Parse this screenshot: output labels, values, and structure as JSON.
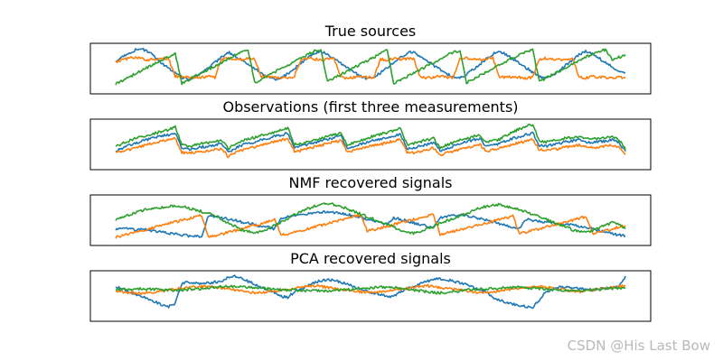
{
  "chart_data": [
    {
      "type": "line",
      "title": "True sources",
      "series": [
        {
          "color": "#1f77b4",
          "values": [
            0.68,
            0.76,
            0.84,
            0.93,
            0.95,
            0.88,
            0.76,
            0.62,
            0.5,
            0.4,
            0.3,
            0.24,
            0.3,
            0.4,
            0.52,
            0.64,
            0.76,
            0.88,
            0.8,
            0.7,
            0.6,
            0.5,
            0.4,
            0.3,
            0.25,
            0.28,
            0.38,
            0.5,
            0.62,
            0.74,
            0.86,
            0.9,
            0.82,
            0.72,
            0.62,
            0.52,
            0.42,
            0.32,
            0.26,
            0.3,
            0.4,
            0.52,
            0.64,
            0.76,
            0.86,
            0.88,
            0.78,
            0.68,
            0.58,
            0.48,
            0.38,
            0.3,
            0.28,
            0.36,
            0.48,
            0.6,
            0.72,
            0.84,
            0.9,
            0.82,
            0.72,
            0.62,
            0.52,
            0.42,
            0.32,
            0.28,
            0.34,
            0.46,
            0.58,
            0.7,
            0.82,
            0.9,
            0.84,
            0.74,
            0.64,
            0.54,
            0.46,
            0.4
          ]
        },
        {
          "color": "#ff7f0e",
          "values": [
            0.66,
            0.7,
            0.74,
            0.76,
            0.72,
            0.7,
            0.72,
            0.74,
            0.72,
            0.32,
            0.3,
            0.3,
            0.28,
            0.3,
            0.32,
            0.3,
            0.72,
            0.74,
            0.72,
            0.7,
            0.74,
            0.72,
            0.3,
            0.32,
            0.3,
            0.28,
            0.3,
            0.32,
            0.72,
            0.74,
            0.72,
            0.7,
            0.72,
            0.74,
            0.3,
            0.28,
            0.3,
            0.32,
            0.3,
            0.3,
            0.72,
            0.7,
            0.74,
            0.72,
            0.72,
            0.74,
            0.3,
            0.28,
            0.3,
            0.32,
            0.3,
            0.3,
            0.72,
            0.74,
            0.72,
            0.7,
            0.72,
            0.74,
            0.3,
            0.3,
            0.32,
            0.3,
            0.28,
            0.3,
            0.72,
            0.74,
            0.72,
            0.7,
            0.72,
            0.74,
            0.3,
            0.28,
            0.32,
            0.3,
            0.3,
            0.28,
            0.3,
            0.3
          ]
        },
        {
          "color": "#2ca02c",
          "values": [
            0.15,
            0.22,
            0.3,
            0.38,
            0.46,
            0.54,
            0.62,
            0.7,
            0.78,
            0.86,
            0.16,
            0.24,
            0.32,
            0.4,
            0.48,
            0.56,
            0.64,
            0.72,
            0.8,
            0.88,
            0.92,
            0.18,
            0.26,
            0.34,
            0.42,
            0.5,
            0.58,
            0.66,
            0.74,
            0.82,
            0.9,
            0.94,
            0.2,
            0.28,
            0.36,
            0.44,
            0.52,
            0.6,
            0.68,
            0.76,
            0.84,
            0.92,
            0.16,
            0.24,
            0.32,
            0.4,
            0.48,
            0.56,
            0.64,
            0.72,
            0.8,
            0.88,
            0.92,
            0.18,
            0.26,
            0.34,
            0.42,
            0.5,
            0.58,
            0.66,
            0.74,
            0.82,
            0.9,
            0.92,
            0.2,
            0.28,
            0.36,
            0.44,
            0.52,
            0.6,
            0.68,
            0.76,
            0.84,
            0.9,
            0.94,
            0.7,
            0.76,
            0.82
          ]
        }
      ]
    },
    {
      "type": "line",
      "title": "Observations (first three measurements)",
      "series": [
        {
          "color": "#1f77b4",
          "values": [
            0.35,
            0.42,
            0.48,
            0.52,
            0.58,
            0.62,
            0.66,
            0.7,
            0.72,
            0.76,
            0.4,
            0.38,
            0.4,
            0.44,
            0.46,
            0.48,
            0.52,
            0.32,
            0.4,
            0.48,
            0.52,
            0.56,
            0.6,
            0.64,
            0.68,
            0.72,
            0.76,
            0.42,
            0.46,
            0.5,
            0.54,
            0.58,
            0.62,
            0.66,
            0.7,
            0.4,
            0.46,
            0.5,
            0.56,
            0.6,
            0.62,
            0.66,
            0.7,
            0.74,
            0.4,
            0.42,
            0.46,
            0.5,
            0.54,
            0.36,
            0.4,
            0.46,
            0.52,
            0.56,
            0.6,
            0.64,
            0.44,
            0.48,
            0.52,
            0.58,
            0.64,
            0.68,
            0.72,
            0.76,
            0.48,
            0.46,
            0.5,
            0.52,
            0.56,
            0.58,
            0.6,
            0.56,
            0.54,
            0.56,
            0.58,
            0.6,
            0.56,
            0.34
          ]
        },
        {
          "color": "#ff7f0e",
          "values": [
            0.3,
            0.34,
            0.38,
            0.42,
            0.46,
            0.5,
            0.54,
            0.58,
            0.6,
            0.64,
            0.32,
            0.3,
            0.32,
            0.34,
            0.36,
            0.38,
            0.4,
            0.22,
            0.3,
            0.36,
            0.4,
            0.44,
            0.48,
            0.52,
            0.56,
            0.6,
            0.64,
            0.34,
            0.36,
            0.4,
            0.44,
            0.48,
            0.52,
            0.56,
            0.58,
            0.32,
            0.36,
            0.4,
            0.44,
            0.48,
            0.5,
            0.54,
            0.58,
            0.62,
            0.32,
            0.3,
            0.34,
            0.38,
            0.42,
            0.26,
            0.3,
            0.34,
            0.38,
            0.42,
            0.46,
            0.5,
            0.34,
            0.38,
            0.42,
            0.46,
            0.5,
            0.54,
            0.58,
            0.62,
            0.38,
            0.36,
            0.38,
            0.4,
            0.44,
            0.46,
            0.48,
            0.44,
            0.42,
            0.44,
            0.46,
            0.48,
            0.44,
            0.26
          ]
        },
        {
          "color": "#2ca02c",
          "values": [
            0.45,
            0.52,
            0.58,
            0.64,
            0.68,
            0.72,
            0.76,
            0.8,
            0.84,
            0.9,
            0.5,
            0.46,
            0.48,
            0.52,
            0.54,
            0.56,
            0.6,
            0.4,
            0.5,
            0.58,
            0.62,
            0.66,
            0.7,
            0.74,
            0.78,
            0.82,
            0.88,
            0.5,
            0.52,
            0.56,
            0.6,
            0.64,
            0.68,
            0.72,
            0.78,
            0.48,
            0.54,
            0.58,
            0.64,
            0.7,
            0.74,
            0.78,
            0.82,
            0.86,
            0.5,
            0.52,
            0.56,
            0.6,
            0.64,
            0.42,
            0.48,
            0.54,
            0.6,
            0.64,
            0.68,
            0.72,
            0.54,
            0.58,
            0.62,
            0.7,
            0.78,
            0.86,
            0.92,
            0.96,
            0.58,
            0.56,
            0.58,
            0.62,
            0.64,
            0.66,
            0.68,
            0.64,
            0.62,
            0.64,
            0.66,
            0.68,
            0.62,
            0.38
          ]
        }
      ]
    },
    {
      "type": "line",
      "title": "NMF recovered signals",
      "series": [
        {
          "color": "#1f77b4",
          "values": [
            0.3,
            0.32,
            0.3,
            0.28,
            0.3,
            0.26,
            0.24,
            0.22,
            0.2,
            0.18,
            0.16,
            0.14,
            0.14,
            0.12,
            0.6,
            0.58,
            0.56,
            0.52,
            0.5,
            0.46,
            0.44,
            0.4,
            0.36,
            0.34,
            0.3,
            0.55,
            0.58,
            0.6,
            0.62,
            0.64,
            0.66,
            0.68,
            0.7,
            0.68,
            0.66,
            0.64,
            0.6,
            0.56,
            0.52,
            0.48,
            0.44,
            0.4,
            0.56,
            0.52,
            0.48,
            0.44,
            0.4,
            0.36,
            0.32,
            0.56,
            0.58,
            0.6,
            0.62,
            0.6,
            0.58,
            0.54,
            0.5,
            0.46,
            0.42,
            0.38,
            0.34,
            0.3,
            0.52,
            0.5,
            0.48,
            0.46,
            0.44,
            0.42,
            0.4,
            0.38,
            0.36,
            0.34,
            0.3,
            0.26,
            0.22,
            0.18,
            0.16,
            0.14
          ]
        },
        {
          "color": "#ff7f0e",
          "values": [
            0.1,
            0.14,
            0.18,
            0.22,
            0.26,
            0.3,
            0.34,
            0.38,
            0.42,
            0.46,
            0.5,
            0.54,
            0.58,
            0.62,
            0.12,
            0.14,
            0.18,
            0.22,
            0.26,
            0.3,
            0.34,
            0.38,
            0.42,
            0.46,
            0.54,
            0.16,
            0.18,
            0.22,
            0.26,
            0.3,
            0.34,
            0.38,
            0.42,
            0.46,
            0.5,
            0.54,
            0.58,
            0.62,
            0.26,
            0.28,
            0.32,
            0.36,
            0.4,
            0.44,
            0.48,
            0.52,
            0.56,
            0.6,
            0.62,
            0.18,
            0.2,
            0.24,
            0.28,
            0.32,
            0.36,
            0.4,
            0.44,
            0.48,
            0.52,
            0.56,
            0.6,
            0.2,
            0.22,
            0.26,
            0.3,
            0.34,
            0.38,
            0.42,
            0.46,
            0.5,
            0.54,
            0.58,
            0.2,
            0.22,
            0.26,
            0.3,
            0.34,
            0.38
          ]
        },
        {
          "color": "#2ca02c",
          "values": [
            0.5,
            0.56,
            0.62,
            0.68,
            0.72,
            0.76,
            0.78,
            0.8,
            0.82,
            0.84,
            0.82,
            0.78,
            0.74,
            0.7,
            0.66,
            0.6,
            0.52,
            0.44,
            0.36,
            0.28,
            0.24,
            0.2,
            0.24,
            0.3,
            0.38,
            0.46,
            0.54,
            0.62,
            0.7,
            0.76,
            0.82,
            0.86,
            0.88,
            0.86,
            0.82,
            0.76,
            0.7,
            0.64,
            0.58,
            0.52,
            0.46,
            0.4,
            0.34,
            0.28,
            0.22,
            0.2,
            0.24,
            0.3,
            0.36,
            0.42,
            0.48,
            0.54,
            0.6,
            0.66,
            0.72,
            0.78,
            0.82,
            0.84,
            0.86,
            0.82,
            0.78,
            0.74,
            0.7,
            0.64,
            0.58,
            0.52,
            0.46,
            0.4,
            0.34,
            0.28,
            0.24,
            0.22,
            0.26,
            0.32,
            0.38,
            0.44,
            0.4,
            0.3
          ]
        }
      ]
    },
    {
      "type": "line",
      "title": "PCA recovered signals",
      "series": [
        {
          "color": "#1f77b4",
          "values": [
            0.72,
            0.66,
            0.6,
            0.54,
            0.48,
            0.42,
            0.36,
            0.3,
            0.26,
            0.32,
            0.8,
            0.82,
            0.8,
            0.78,
            0.8,
            0.82,
            0.84,
            0.92,
            0.96,
            0.9,
            0.84,
            0.78,
            0.7,
            0.64,
            0.58,
            0.5,
            0.46,
            0.6,
            0.66,
            0.74,
            0.8,
            0.86,
            0.88,
            0.86,
            0.82,
            0.78,
            0.72,
            0.66,
            0.6,
            0.56,
            0.54,
            0.5,
            0.48,
            0.6,
            0.66,
            0.72,
            0.78,
            0.84,
            0.88,
            0.9,
            0.88,
            0.84,
            0.8,
            0.76,
            0.7,
            0.64,
            0.6,
            0.44,
            0.4,
            0.36,
            0.32,
            0.28,
            0.26,
            0.24,
            0.4,
            0.6,
            0.66,
            0.7,
            0.72,
            0.7,
            0.68,
            0.66,
            0.64,
            0.66,
            0.68,
            0.7,
            0.72,
            0.96
          ]
        },
        {
          "color": "#ff7f0e",
          "values": [
            0.62,
            0.6,
            0.58,
            0.56,
            0.56,
            0.58,
            0.6,
            0.62,
            0.64,
            0.66,
            0.68,
            0.7,
            0.7,
            0.72,
            0.72,
            0.7,
            0.68,
            0.66,
            0.64,
            0.62,
            0.6,
            0.58,
            0.58,
            0.6,
            0.62,
            0.64,
            0.66,
            0.68,
            0.7,
            0.72,
            0.74,
            0.72,
            0.7,
            0.68,
            0.66,
            0.64,
            0.62,
            0.6,
            0.58,
            0.58,
            0.6,
            0.62,
            0.64,
            0.66,
            0.68,
            0.7,
            0.72,
            0.74,
            0.72,
            0.7,
            0.68,
            0.66,
            0.64,
            0.62,
            0.6,
            0.58,
            0.58,
            0.6,
            0.62,
            0.64,
            0.66,
            0.68,
            0.7,
            0.72,
            0.72,
            0.7,
            0.68,
            0.66,
            0.64,
            0.62,
            0.6,
            0.62,
            0.64,
            0.66,
            0.68,
            0.7,
            0.72,
            0.74
          ]
        },
        {
          "color": "#2ca02c",
          "values": [
            0.66,
            0.66,
            0.65,
            0.66,
            0.67,
            0.66,
            0.65,
            0.64,
            0.64,
            0.63,
            0.64,
            0.65,
            0.66,
            0.67,
            0.68,
            0.7,
            0.71,
            0.72,
            0.72,
            0.71,
            0.7,
            0.69,
            0.68,
            0.67,
            0.66,
            0.65,
            0.64,
            0.64,
            0.63,
            0.62,
            0.62,
            0.61,
            0.62,
            0.63,
            0.64,
            0.65,
            0.66,
            0.67,
            0.68,
            0.69,
            0.7,
            0.7,
            0.69,
            0.68,
            0.66,
            0.64,
            0.62,
            0.6,
            0.58,
            0.57,
            0.58,
            0.6,
            0.62,
            0.64,
            0.65,
            0.66,
            0.66,
            0.67,
            0.68,
            0.69,
            0.7,
            0.7,
            0.69,
            0.68,
            0.67,
            0.66,
            0.65,
            0.64,
            0.63,
            0.62,
            0.62,
            0.63,
            0.64,
            0.65,
            0.66,
            0.67,
            0.68,
            0.7
          ]
        }
      ]
    }
  ],
  "watermark": "CSDN @His Last Bow"
}
